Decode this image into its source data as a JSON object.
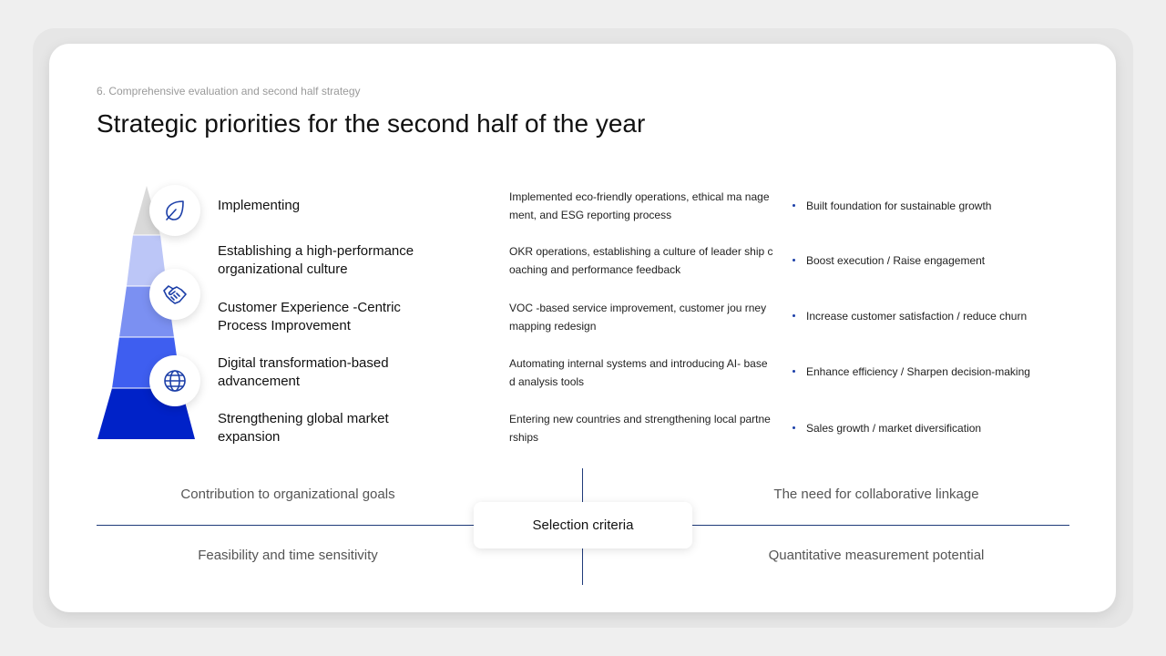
{
  "header": {
    "breadcrumb": "6. Comprehensive  evaluation and second  half strategy",
    "title": "Strategic priorities for the second half of the year"
  },
  "pyramid": {
    "layer_colors": [
      "#d9d9d9",
      "#bcc6f7",
      "#7b90f2",
      "#3e5ef0",
      "#0022c8"
    ],
    "icons": [
      "leaf-icon",
      "handshake-icon",
      "globe-icon"
    ],
    "icon_color": "#1c3fa8"
  },
  "priorities": [
    {
      "title": "Implementing",
      "description": "Implemented eco-friendly operations,  ethical ma nagement,  and ESG reporting  process",
      "outcome": "Built foundation for sustainable growth"
    },
    {
      "title": "Establishing a high-performance organizational culture",
      "description": "OKR operations,  establishing  a culture of leader ship coaching and performance  feedback",
      "outcome": "Boost execution  / Raise engagement"
    },
    {
      "title": "Customer Experience -Centric Process Improvement",
      "description": "VOC -based service improvement, customer jou rney mapping redesign",
      "outcome": "Increase customer satisfaction  / reduce churn"
    },
    {
      "title": "Digital transformation-based advancement",
      "description": "Automating internal systems and introducing AI- based analysis tools",
      "outcome": "Enhance efficiency / Sharpen decision-making"
    },
    {
      "title": "Strengthening global market expansion",
      "description": "Entering new countries  and strengthening  local partnerships",
      "outcome": "Sales growth  / market diversification"
    }
  ],
  "criteria": {
    "center_label": "Selection criteria",
    "top_left": "Contribution to organizational  goals",
    "top_right": "The need for collaborative  linkage",
    "bottom_left": "Feasibility and time sensitivity",
    "bottom_right": "Quantitative  measurement potential",
    "line_color": "#1f3a7a"
  }
}
